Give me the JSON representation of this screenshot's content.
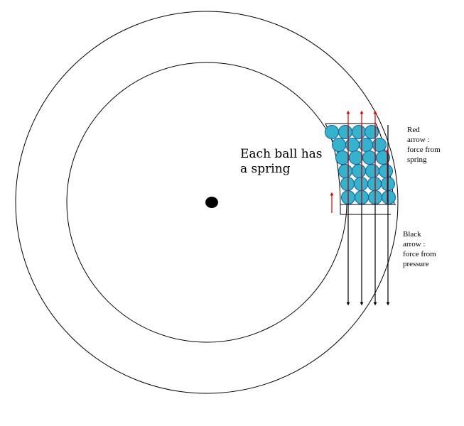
{
  "labels": {
    "main": [
      "Each ball has",
      "a spring"
    ],
    "red": [
      "Red",
      "arrow :",
      "force from",
      "spring"
    ],
    "black": [
      "Black",
      "arrow :",
      "force from",
      "pressure"
    ]
  },
  "colors": {
    "ball_fill": "#33b3cc",
    "ball_stroke": "#1a5ea0",
    "red_arrow": "#e00000",
    "black_arrow": "#000000",
    "line": "#000000"
  },
  "icons": {
    "center": "filled-ellipse-icon"
  }
}
